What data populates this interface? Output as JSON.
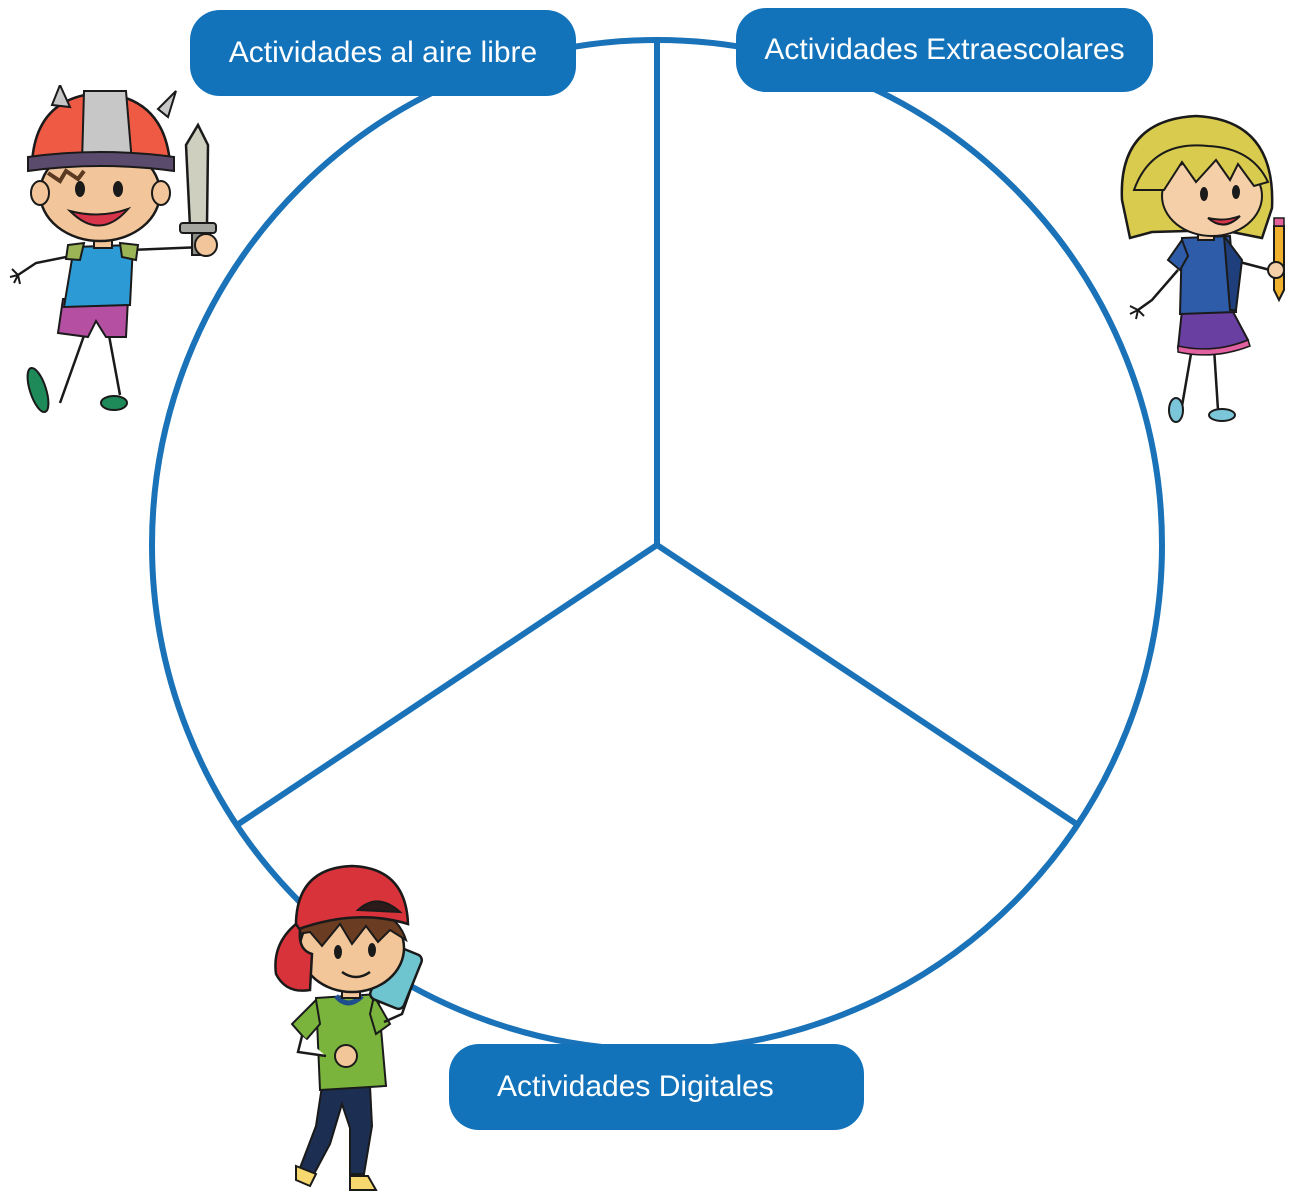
{
  "diagram": {
    "type": "three-sector-circle",
    "sectors": [
      {
        "label": "Actividades al aire libre"
      },
      {
        "label": "Actividades Extraescolares"
      },
      {
        "label": "Actividades Digitales"
      }
    ]
  },
  "colors": {
    "circle_stroke": "#1a72b8",
    "label_background": "#1273bb",
    "label_text": "#ffffff"
  },
  "illustrations": [
    {
      "icon": "viking-boy-with-sword-icon"
    },
    {
      "icon": "girl-with-pencil-icon"
    },
    {
      "icon": "boy-with-phone-icon"
    }
  ]
}
